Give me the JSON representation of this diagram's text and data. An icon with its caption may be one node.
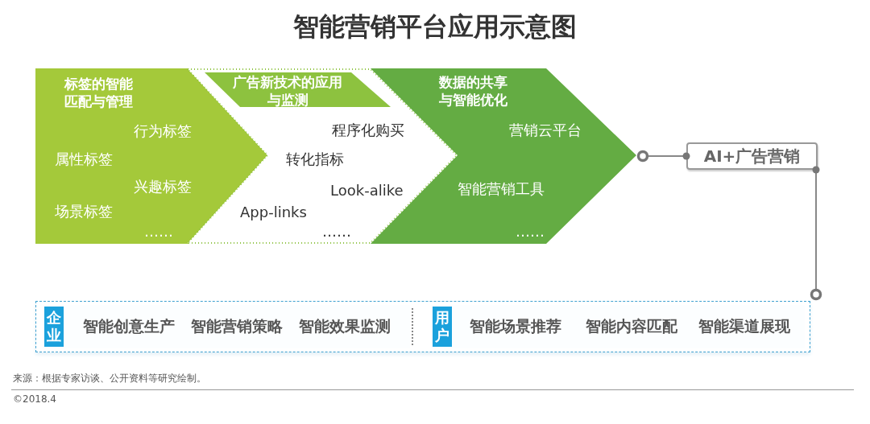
{
  "diagram": {
    "title": "智能营销平台应用示意图",
    "nodes": [
      {
        "text": [
          "标签的智能匹配与管理",
          "行为标签",
          "属性标签",
          "兴趣标签",
          "场景标签",
          "……"
        ]
      },
      {
        "text": [
          "广告新技术的应用与监测",
          "程序化购买",
          "转化指标",
          "Look-alike",
          "App-links",
          "……"
        ]
      },
      {
        "text": [
          "数据的共享与智能优化",
          "营销云平台",
          "智能营销工具",
          "……"
        ]
      },
      {
        "text": [
          "AI+广告营销"
        ]
      },
      {
        "text": [],
        "shape": "box"
      },
      {
        "text": [
          "企业",
          "智能创意生产",
          "智能营销策略",
          "智能效果监测"
        ],
        "in": 4
      },
      {
        "text": [
          "用户",
          "智能场景推荐",
          "智能内容匹配",
          "智能渠道展现"
        ],
        "in": 4
      }
    ],
    "edges": [
      {
        "from": 2,
        "to": 3,
        "arrow": "other"
      },
      {
        "from": 3,
        "to": 4,
        "arrow": "other"
      }
    ],
    "labels": [
      "来源：根据专家访谈、公开资料等研究绘制。",
      "©2018.4"
    ]
  }
}
